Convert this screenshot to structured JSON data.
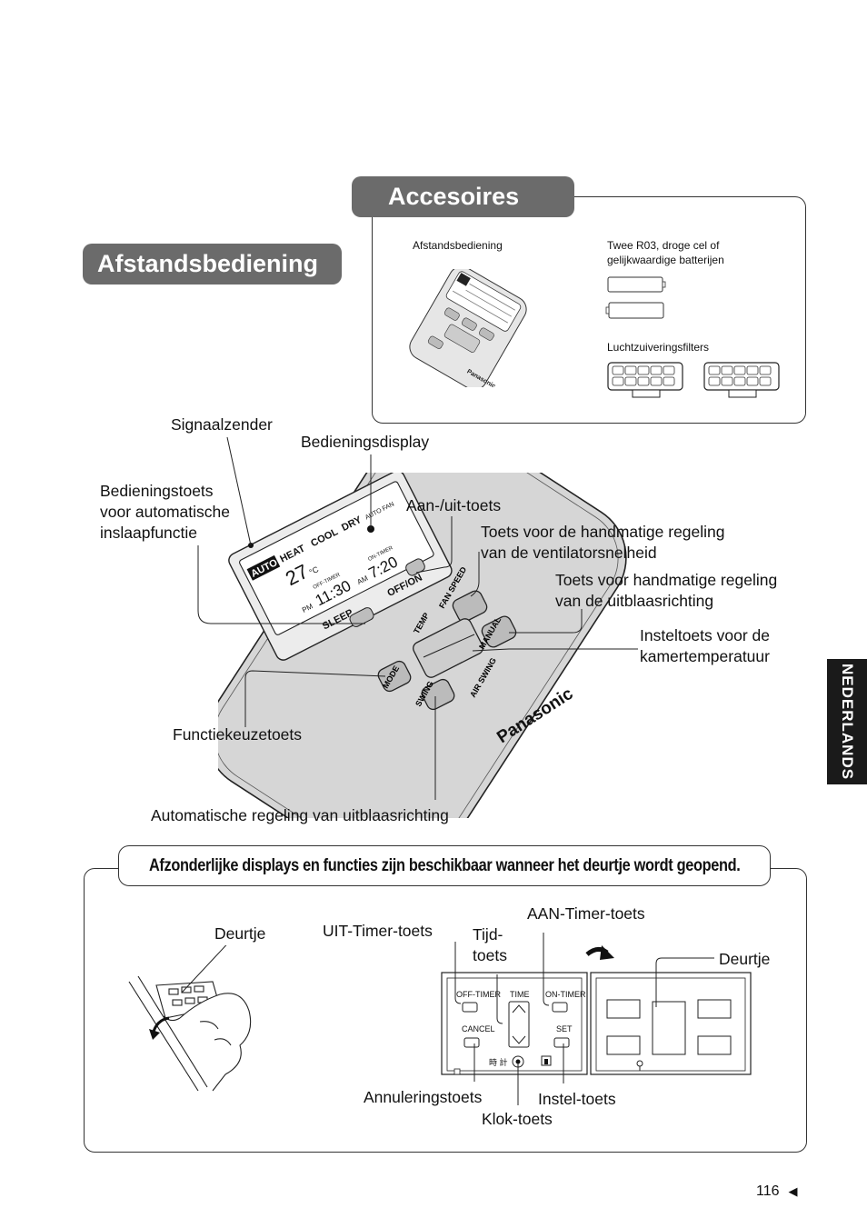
{
  "accessories": {
    "title": "Accesoires",
    "remote_label": "Afstandsbediening",
    "batteries_label_1": "Twee R03, droge cel of",
    "batteries_label_2": "gelijkwaardige batterijen",
    "filters_label": "Luchtzuiveringsfilters"
  },
  "remote_section": {
    "title": "Afstandsbediening",
    "callouts": {
      "signal": "Signaalzender",
      "display": "Bedieningsdisplay",
      "sleep_1": "Bedieningstoets",
      "sleep_2": "voor automatische",
      "sleep_3": "inslaapfunctie",
      "onoff": "Aan-/uit-toets",
      "fan_1": "Toets voor de handmatige regeling",
      "fan_2": "van de ventilatorsnelheid",
      "airdir_1": "Toets voor handmatige regeling",
      "airdir_2": "van de uitblaasrichting",
      "temp_1": "Insteltoets voor de",
      "temp_2": "kamertemperatuur",
      "mode": "Functiekeuzetoets",
      "swing": "Automatische regeling van uitblaasrichting"
    },
    "remote_text": {
      "auto": "AUTO",
      "heat": "HEAT",
      "cool": "COOL",
      "dry": "DRY",
      "autofan": "AUTO FAN",
      "temp_value": "27",
      "temp_unit": "°C",
      "offtimer": "OFF-TIMER",
      "ontimer": "ON-TIMER",
      "pm": "PM",
      "am": "AM",
      "time1": "11:30",
      "time2": "7:20",
      "sleep": "SLEEP",
      "offon": "OFF/ON",
      "fanspeed": "FAN SPEED",
      "manual": "MANUAL",
      "temp": "TEMP",
      "mode": "MODE",
      "swing": "SWING",
      "airswing": "AIR SWING",
      "brand": "Panasonic"
    }
  },
  "side_tab": "NEDERLANDS",
  "door_section": {
    "notice": "Afzonderlijke displays en functies zijn beschikbaar wanneer het deurtje wordt geopend.",
    "callouts": {
      "door_left": "Deurtje",
      "off_timer": "UIT-Timer-toets",
      "time_1": "Tijd-",
      "time_2": "toets",
      "on_timer": "AAN-Timer-toets",
      "door_right": "Deurtje",
      "cancel": "Annuleringstoets",
      "set": "Instel-toets",
      "clock": "Klok-toets"
    },
    "panel_text": {
      "offtimer": "OFF-TIMER",
      "time": "TIME",
      "ontimer": "ON-TIMER",
      "cancel": "CANCEL",
      "set": "SET",
      "clock_kanji": "時 計"
    }
  },
  "page_number": "116"
}
